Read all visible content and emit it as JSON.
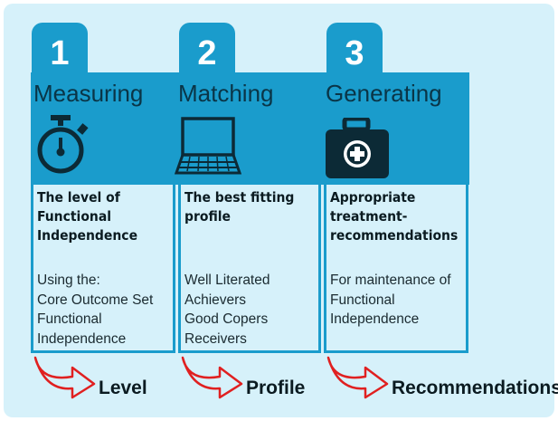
{
  "colors": {
    "background": "#d6f1fa",
    "accent": "#1a9ccc",
    "icon": "#0c2a36",
    "arrow": "#e02020"
  },
  "steps": [
    {
      "number": "1",
      "title": "Measuring",
      "icon": "stopwatch-icon",
      "heading": [
        "The level of",
        "Functional",
        "Independence"
      ],
      "body": [
        "Using the:",
        "Core Outcome Set",
        "Functional",
        "Independence"
      ],
      "label": "Level"
    },
    {
      "number": "2",
      "title": "Matching",
      "icon": "laptop-icon",
      "heading": [
        "The best fitting",
        "profile"
      ],
      "body": [
        "Well Literated",
        "Achievers",
        "Good Copers",
        "Receivers"
      ],
      "label": "Profile"
    },
    {
      "number": "3",
      "title": "Generating",
      "icon": "medical-kit-icon",
      "heading": [
        "Appropriate",
        "treatment-",
        "recommendations"
      ],
      "body": [
        "For maintenance of",
        "Functional",
        "Independence"
      ],
      "label": "Recommendations"
    }
  ]
}
